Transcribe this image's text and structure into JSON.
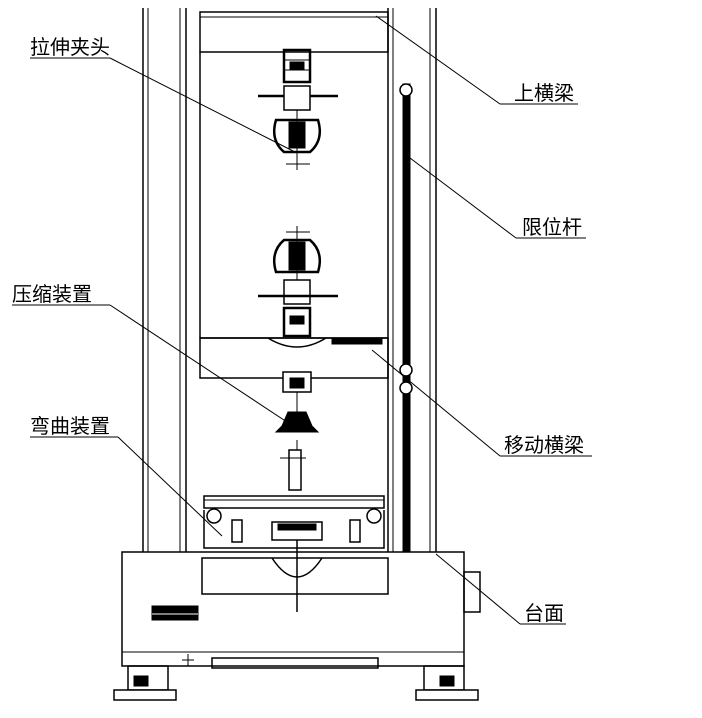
{
  "labels": {
    "tensile_grip": "拉伸夹头",
    "upper_crossbeam": "上横梁",
    "limit_rod": "限位杆",
    "compression_device": "压缩装置",
    "moving_crossbeam": "移动横梁",
    "bending_device": "弯曲装置",
    "table": "台面"
  }
}
